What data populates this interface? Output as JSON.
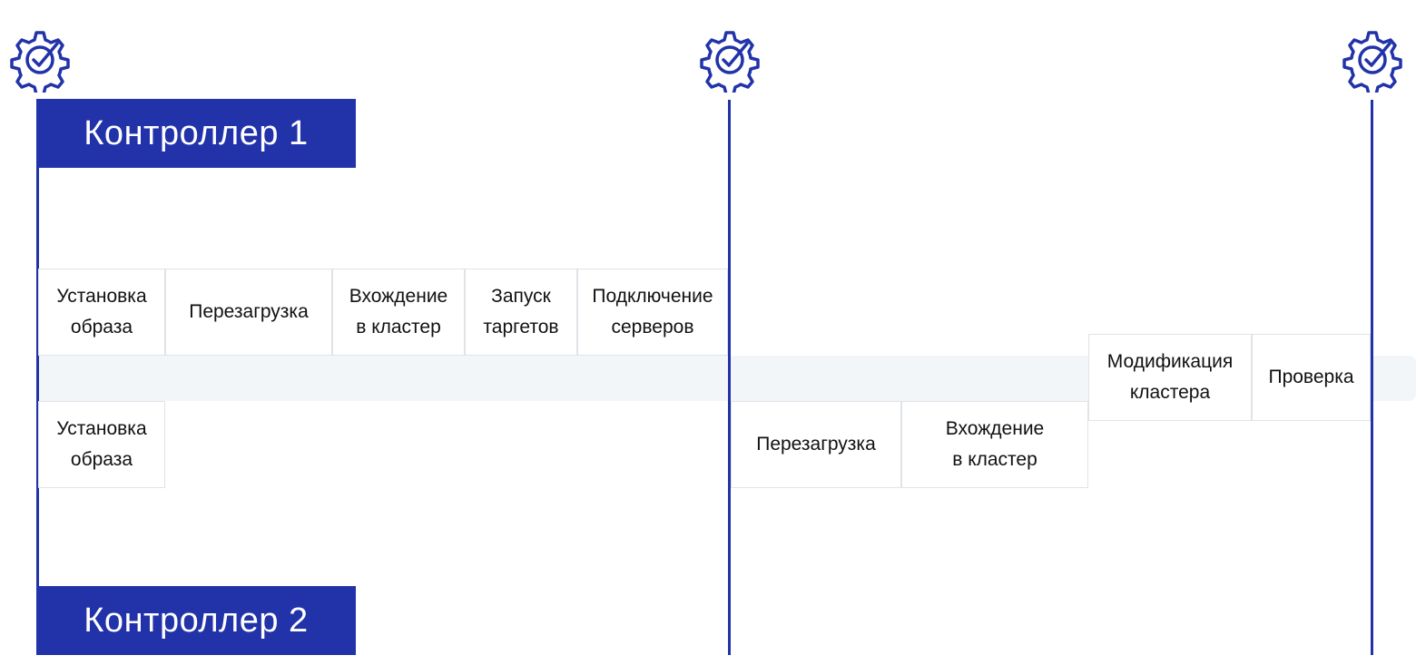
{
  "colors": {
    "accent": "#2233aa",
    "band": "#f3f6f9",
    "box_border": "#dfe3e8"
  },
  "icons": [
    "gear-check-icon",
    "gear-check-icon",
    "gear-check-icon"
  ],
  "controllers": {
    "c1": "Контроллер 1",
    "c2": "Контроллер 2"
  },
  "row1": [
    "Установка\nобраза",
    "Перезагрузка",
    "Вхождение\nв кластер",
    "Запуск\nтаргетов",
    "Подключение\nсерверов"
  ],
  "row2": [
    "Установка\nобраза"
  ],
  "row2_later": [
    "Перезагрузка",
    "Вхождение\nв кластер"
  ],
  "row_mid": [
    "Модификация\nкластера",
    "Проверка"
  ]
}
